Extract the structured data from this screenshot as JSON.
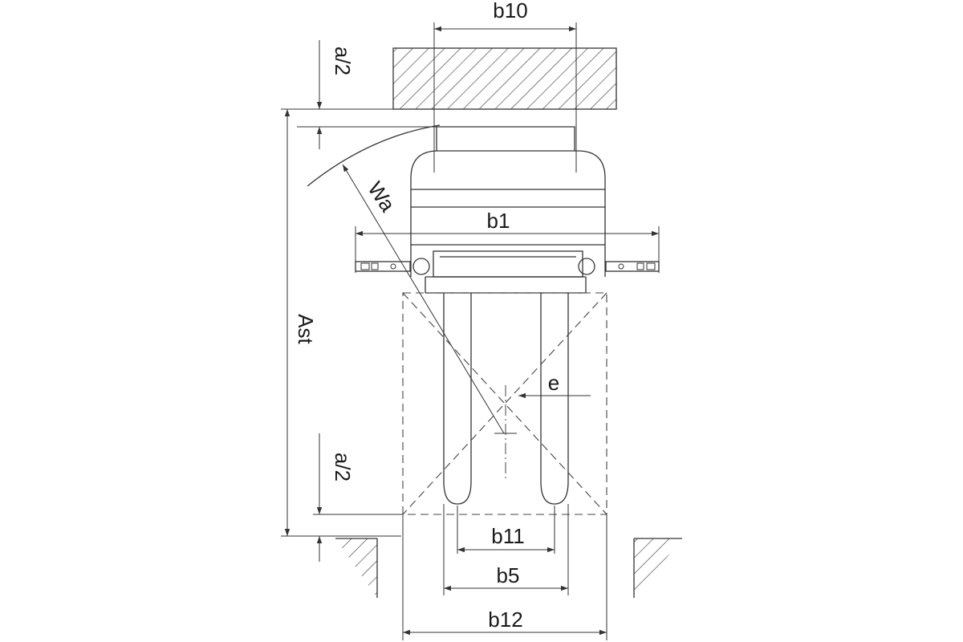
{
  "labels": {
    "b10": "b10",
    "a2_top": "a/2",
    "wa": "Wa",
    "b1": "b1",
    "ast": "Ast",
    "e": "e",
    "a2_bottom": "a/2",
    "b11": "b11",
    "b5": "b5",
    "b12": "b12"
  },
  "colors": {
    "line": "#333333",
    "background": "#ffffff"
  }
}
